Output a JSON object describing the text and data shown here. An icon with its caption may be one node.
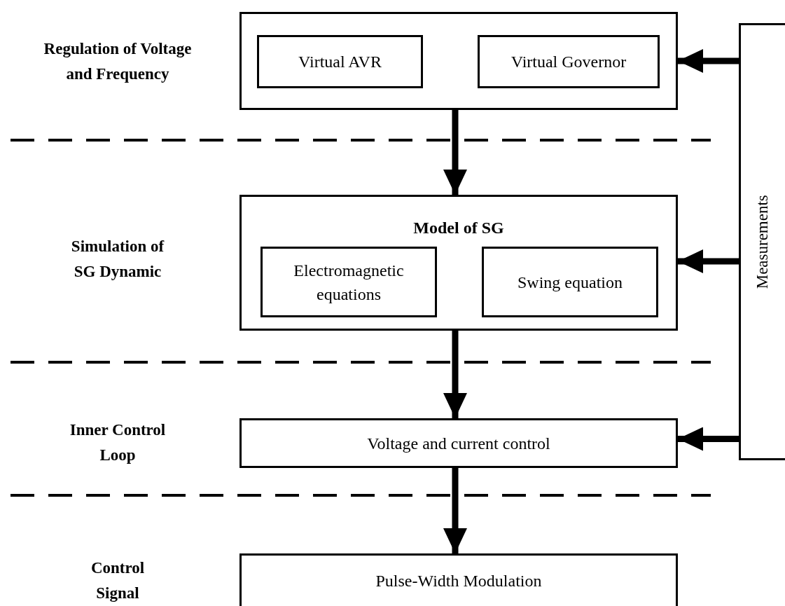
{
  "diagram": {
    "nodes": [
      {
        "text": [],
        "shape": "box"
      },
      {
        "text": [
          "Virtual AVR"
        ],
        "in": 0
      },
      {
        "text": [
          "Virtual Governor"
        ],
        "in": 0
      },
      {
        "text": [
          "Model of SG"
        ]
      },
      {
        "text": [
          "Electromagnetic equations"
        ],
        "in": 3
      },
      {
        "text": [
          "Swing equation"
        ],
        "in": 3
      },
      {
        "text": [
          "Voltage and current control"
        ]
      },
      {
        "text": [
          "Pulse-Width Modulation"
        ]
      },
      {
        "text": [
          "Measurements"
        ]
      }
    ],
    "edges": [
      {
        "from": 0,
        "to": 3,
        "arrow": "to"
      },
      {
        "from": 3,
        "to": 6,
        "arrow": "to"
      },
      {
        "from": 6,
        "to": 7,
        "arrow": "to"
      },
      {
        "from": 8,
        "to": 0,
        "arrow": "to"
      },
      {
        "from": 8,
        "to": 3,
        "arrow": "to"
      },
      {
        "from": 8,
        "to": 6,
        "arrow": "to"
      }
    ],
    "labels": [
      "Regulation of Voltage and Frequency",
      "Simulation of SG Dynamic",
      "Inner Control Loop",
      "Control Signal"
    ]
  }
}
